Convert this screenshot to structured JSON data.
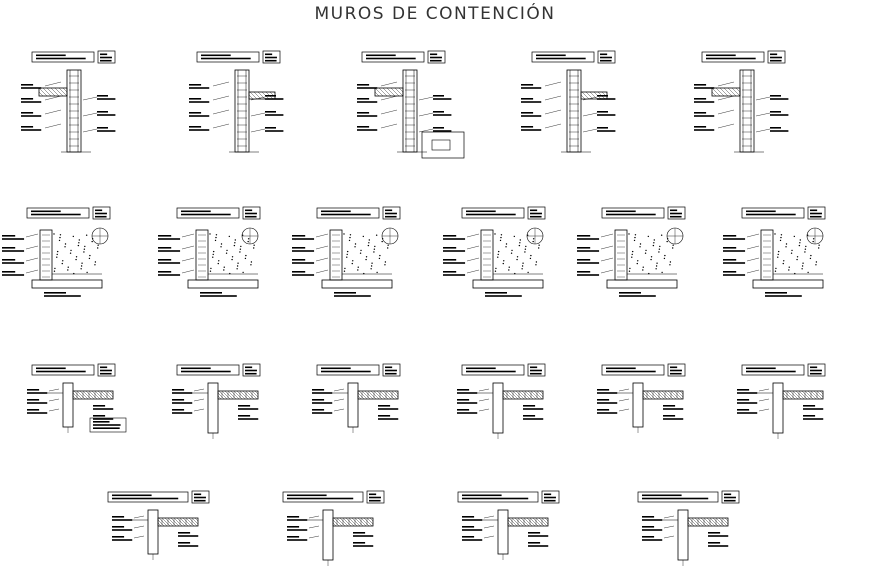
{
  "title": "MUROS DE CONTENCIÓN",
  "line_color": "#000000",
  "rows": [
    {
      "detail_count": 5
    },
    {
      "detail_count": 6
    },
    {
      "detail_count": 6
    },
    {
      "detail_count": 4
    }
  ]
}
